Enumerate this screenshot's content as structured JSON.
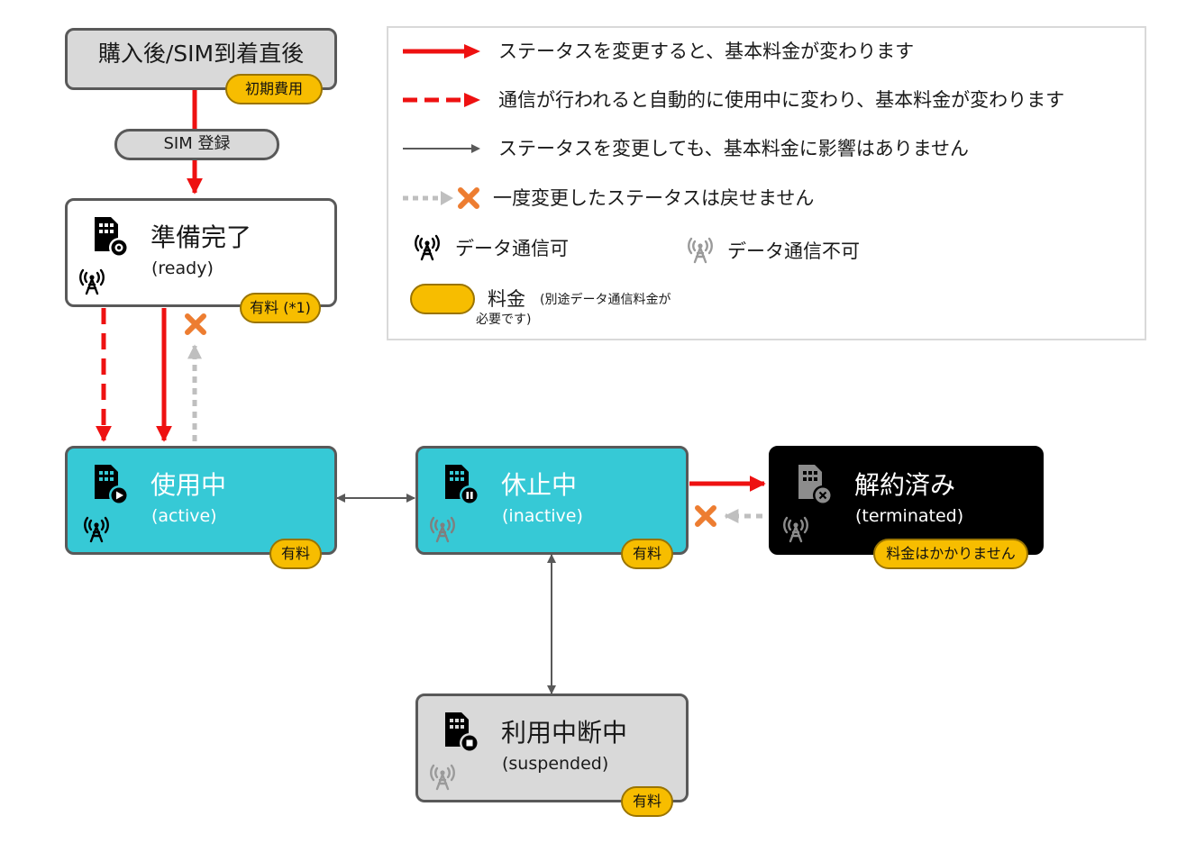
{
  "nodes": {
    "purchase": {
      "title": "購入後/SIM到着直後",
      "fee": "初期費用"
    },
    "sim_registration": {
      "label": "SIM 登録"
    },
    "ready": {
      "title": "準備完了",
      "subtitle": "(ready)",
      "fee": "有料 (*1)"
    },
    "active": {
      "title": "使用中",
      "subtitle": "(active)",
      "fee": "有料"
    },
    "inactive": {
      "title": "休止中",
      "subtitle": "(inactive)",
      "fee": "有料"
    },
    "terminated": {
      "title": "解約済み",
      "subtitle": "(terminated)",
      "fee": "料金はかかりません"
    },
    "suspended": {
      "title": "利用中断中",
      "subtitle": "(suspended)",
      "fee": "有料"
    }
  },
  "legend": {
    "red_solid": "ステータスを変更すると、基本料金が変わります",
    "red_dashed": "通信が行われると自動的に使用中に変わり、基本料金が変わります",
    "gray_solid": "ステータスを変更しても、基本料金に影響はありません",
    "irreversible": "一度変更したステータスは戻せません",
    "data_enabled": "データ通信可",
    "data_disabled": "データ通信不可",
    "fee_label": "料金",
    "fee_note_line1": "(別途データ通信料金が",
    "fee_note_line2": "必要です)"
  },
  "colors": {
    "active_fill": "#36c9d6",
    "neutral_fill": "#d9d9d9",
    "terminated_fill": "#000000",
    "fee_badge": "#f7bd00",
    "red_arrow": "#ee1111",
    "gray_arrow": "#595959",
    "irreversible_arrow": "#bfbfbf",
    "cross": "#ed7d31"
  },
  "icons": {
    "sim_ready": "sim-card-settings-icon",
    "sim_active": "sim-card-play-icon",
    "sim_inactive": "sim-card-pause-icon",
    "sim_terminated": "sim-card-close-icon",
    "sim_suspended": "sim-card-stop-icon",
    "antenna": "antenna-tower-icon",
    "cross": "cross-mark-icon"
  }
}
